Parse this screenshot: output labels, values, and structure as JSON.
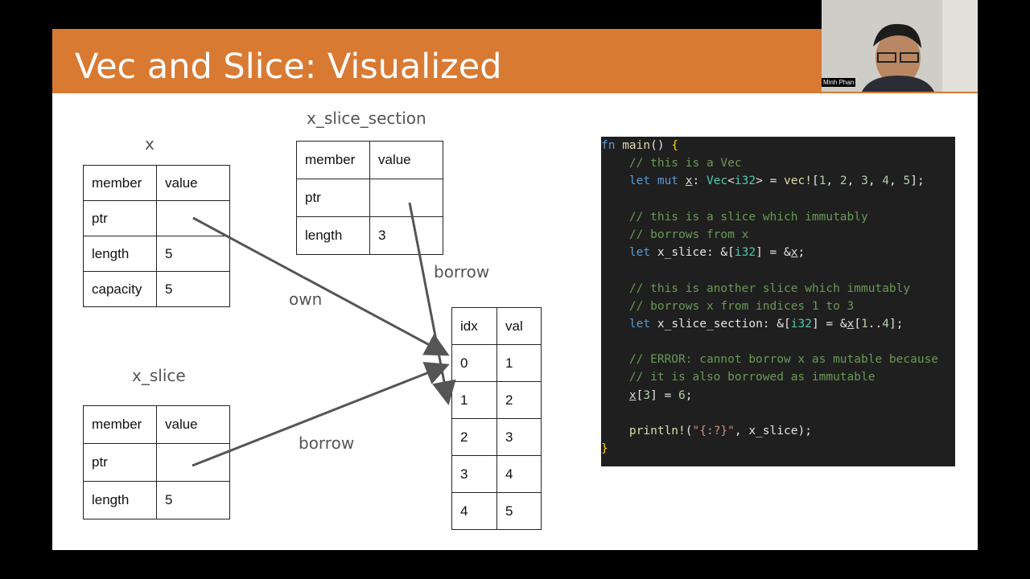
{
  "slide": {
    "title": "Vec and Slice: Visualized"
  },
  "x_table": {
    "caption": "x",
    "header": [
      "member",
      "value"
    ],
    "rows": [
      [
        "ptr",
        ""
      ],
      [
        "length",
        "5"
      ],
      [
        "capacity",
        "5"
      ]
    ]
  },
  "x_slice_section_table": {
    "caption": "x_slice_section",
    "header": [
      "member",
      "value"
    ],
    "rows": [
      [
        "ptr",
        ""
      ],
      [
        "length",
        "3"
      ]
    ]
  },
  "x_slice_table": {
    "caption": "x_slice",
    "header": [
      "member",
      "value"
    ],
    "rows": [
      [
        "ptr",
        ""
      ],
      [
        "length",
        "5"
      ]
    ]
  },
  "data_table": {
    "header": [
      "idx",
      "val"
    ],
    "rows": [
      [
        "0",
        "1"
      ],
      [
        "1",
        "2"
      ],
      [
        "2",
        "3"
      ],
      [
        "3",
        "4"
      ],
      [
        "4",
        "5"
      ]
    ]
  },
  "arrow_labels": {
    "own": "own",
    "borrow_section": "borrow",
    "borrow_slice": "borrow"
  },
  "code_lines": [
    "fn main() {",
    "    // this is a Vec",
    "    let mut x: Vec<i32> = vec![1, 2, 3, 4, 5];",
    "",
    "    // this is a slice which immutably",
    "    // borrows from x",
    "    let x_slice: &[i32] = &x;",
    "",
    "    // this is another slice which immutably",
    "    // borrows x from indices 1 to 3",
    "    let x_slice_section: &[i32] = &x[1..4];",
    "",
    "    // ERROR: cannot borrow x as mutable because",
    "    // it is also borrowed as immutable",
    "    x[3] = 6;",
    "",
    "    println!(\"{:?}\", x_slice);",
    "}"
  ],
  "participant": {
    "name": "Minh Phan"
  },
  "colors": {
    "title_bar": "#d97a33",
    "code_bg": "#1f1f1f",
    "arrow": "#555555"
  }
}
